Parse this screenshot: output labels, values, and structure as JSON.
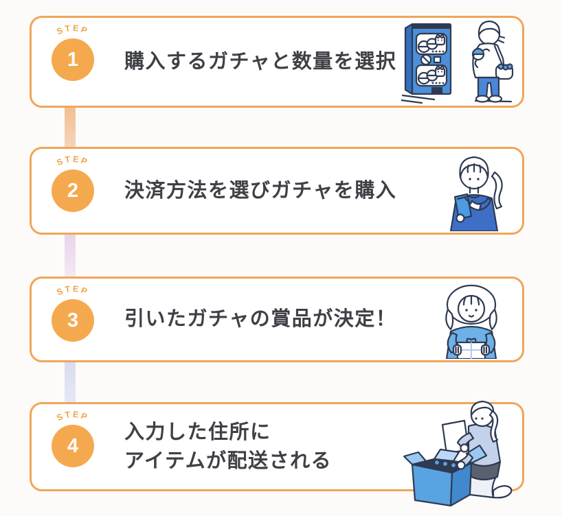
{
  "title": "gacha-purchase-flow-steps",
  "colors": {
    "page_bg": "#FDFBF9",
    "card_bg": "#FFFFFF",
    "card_border": "#F0A558",
    "badge_bg": "#F5A94E",
    "badge_text": "#FFFFFF",
    "step_label": "#F0A344",
    "text": "#3E4046",
    "connector_1_top": "#F3BE90",
    "connector_1_bottom": "#F5D5BC",
    "connector_2_top": "#E8D4EB",
    "connector_2_bottom": "#F3EAF4",
    "connector_3_top": "#D9DCEF",
    "connector_3_bottom": "#E6E8F5",
    "illustration_blue": "#4D8FD8",
    "illustration_light_blue": "#6FB0E8",
    "illustration_line": "#2E3A52"
  },
  "steps": [
    {
      "label": "STEP",
      "number": "1",
      "line1": "購入するガチャと数量を選択",
      "illustration": "person-at-gacha-machine"
    },
    {
      "label": "STEP",
      "number": "2",
      "line1": "決済方法を選びガチャを購入",
      "illustration": "person-paying-on-smartphone"
    },
    {
      "label": "STEP",
      "number": "3",
      "line1": "引いたガチャの賞品が決定！",
      "illustration": "person-holding-prize-box"
    },
    {
      "label": "STEP",
      "number": "4",
      "line1": "入力した住所に",
      "line2": "アイテムが配送される",
      "illustration": "person-unpacking-delivery-box"
    }
  ]
}
